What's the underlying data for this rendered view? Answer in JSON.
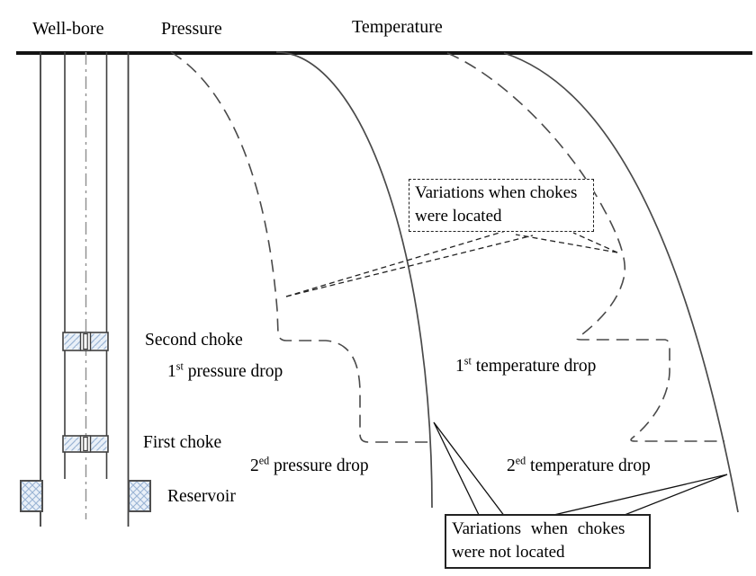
{
  "headers": {
    "wellbore": "Well-bore",
    "pressure": "Pressure",
    "temperature": "Temperature"
  },
  "wellbore": {
    "second_choke_label": "Second choke",
    "first_choke_label": "First choke",
    "reservoir_label": "Reservoir"
  },
  "pressure_annotations": {
    "first_drop": {
      "num": "1",
      "ord": "st",
      "rest": " pressure drop"
    },
    "second_drop": {
      "num": "2",
      "ord": "ed",
      "rest": " pressure drop"
    }
  },
  "temperature_annotations": {
    "first_drop": {
      "num": "1",
      "ord": "st",
      "rest": " temperature drop"
    },
    "second_drop": {
      "num": "2",
      "ord": "ed",
      "rest": " temperature drop"
    }
  },
  "callouts": {
    "chokes_located": {
      "line1": "Variations when chokes",
      "line2": "were located"
    },
    "chokes_not_located": {
      "line1": "Variations when chokes",
      "line2": "were not located"
    }
  },
  "colors": {
    "line": "#4a4a4a",
    "strong_line": "#141414",
    "centerline": "#8f8f8f",
    "hatch_line": "#9ab4d4",
    "hatch_fill": "#e9f0f8",
    "text": "#000000"
  }
}
